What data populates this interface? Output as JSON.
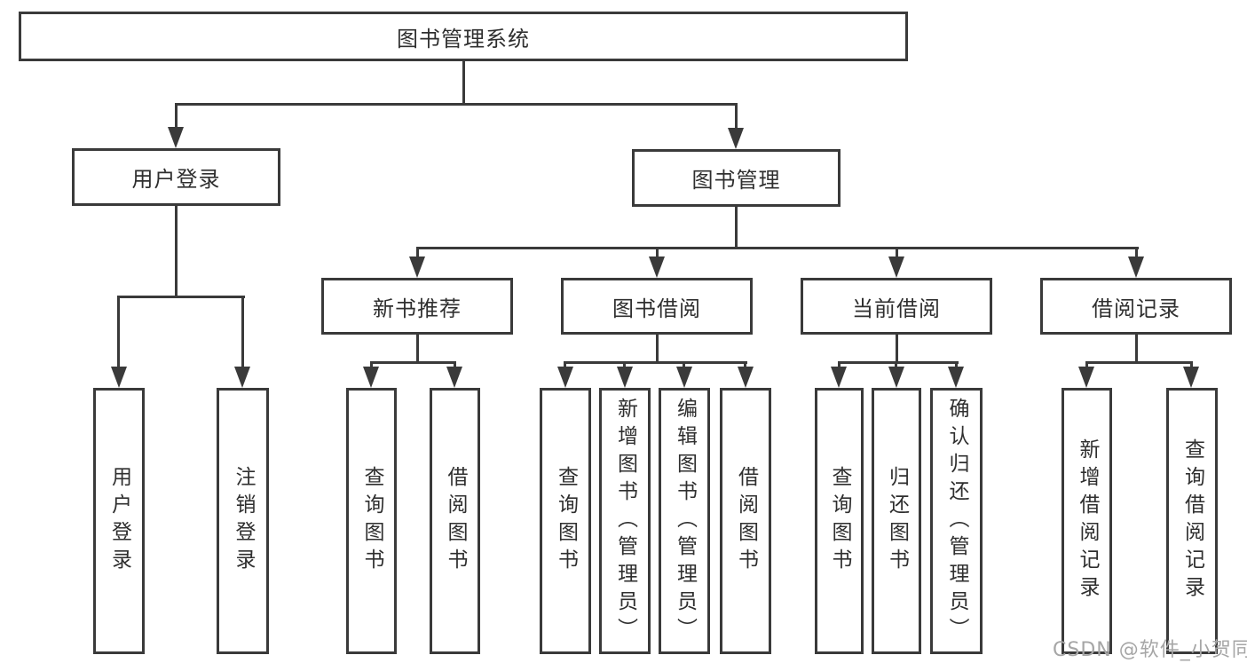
{
  "diagram": {
    "title": "图书管理系统",
    "level2": {
      "user_login": "用户登录",
      "book_management": "图书管理"
    },
    "level3": {
      "new_books": "新书推荐",
      "book_borrow": "图书借阅",
      "current_borrow": "当前借阅",
      "borrow_records": "借阅记录"
    },
    "leaves": {
      "user_login": [
        "用户登录",
        "注销登录"
      ],
      "new_books": [
        "查询图书",
        "借阅图书"
      ],
      "book_borrow": [
        "查询图书",
        "新增图书（管理员）",
        "编辑图书（管理员）",
        "借阅图书"
      ],
      "current_borrow": [
        "查询图书",
        "归还图书",
        "确认归还（管理员）"
      ],
      "borrow_records": [
        "新增借阅记录",
        "查询借阅记录"
      ]
    },
    "colors": {
      "line": "#3a3a3a",
      "text": "#2f2f2f",
      "watermark": "#a6a6a6",
      "background": "#ffffff"
    },
    "watermark": "CSDN @软件_小贺同学"
  }
}
